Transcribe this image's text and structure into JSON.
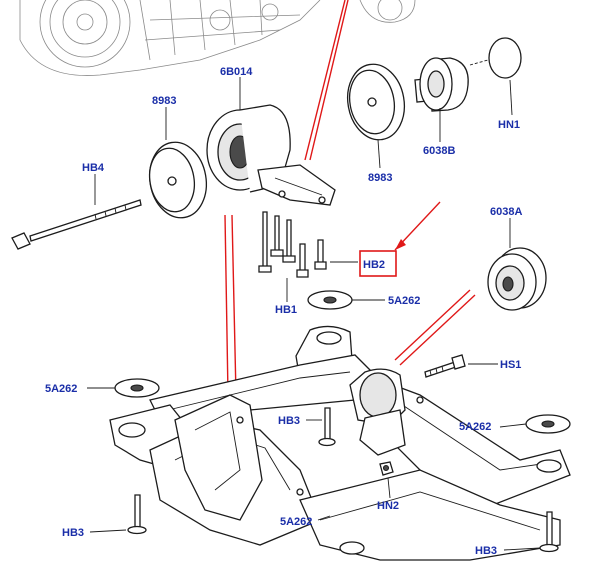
{
  "labels": {
    "hb4": "HB4",
    "p8983_left": "8983",
    "p6b014": "6B014",
    "p8983_right": "8983",
    "p6038b": "6038B",
    "hn1": "HN1",
    "p6038a": "6038A",
    "hb2": "HB2",
    "hb1": "HB1",
    "p5a262_top": "5A262",
    "hs1": "HS1",
    "p5a262_left": "5A262",
    "hb3_mid": "HB3",
    "p5a262_right": "5A262",
    "hn2": "HN2",
    "p5a262_bottom": "5A262",
    "hb3_left": "HB3",
    "hb3_right": "HB3"
  },
  "colors": {
    "label": "#1a2ea8",
    "highlight": "#e01818",
    "line": "#1c1c1c"
  }
}
